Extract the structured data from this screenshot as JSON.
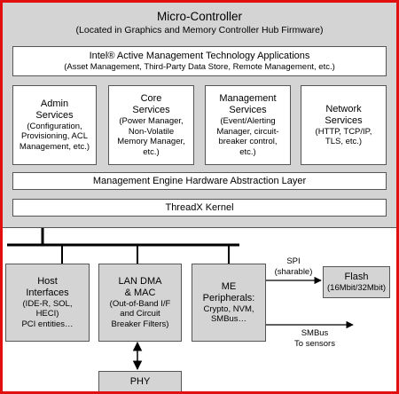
{
  "micro_controller": {
    "title": "Micro-Controller",
    "subtitle": "(Located in Graphics and Memory Controller Hub Firmware)"
  },
  "amt_apps": {
    "title": "Intel® Active Management Technology Applications",
    "subtitle": "(Asset Management, Third-Party Data Store, Remote Management, etc.)"
  },
  "services": [
    {
      "title": [
        "Admin",
        "Services"
      ],
      "detail": [
        "(Configuration,",
        "Provisioning, ACL",
        "Management, etc.)"
      ]
    },
    {
      "title": [
        "Core",
        "Services"
      ],
      "detail": [
        "(Power Manager,",
        "Non-Volatile",
        "Memory Manager,",
        "etc.)"
      ]
    },
    {
      "title": [
        "Management",
        "Services"
      ],
      "detail": [
        "(Event/Alerting",
        "Manager, circuit-",
        "breaker control,",
        "etc.)"
      ]
    },
    {
      "title": [
        "Network",
        "Services"
      ],
      "detail": [
        "(HTTP, TCP/IP,",
        "TLS, etc.)"
      ]
    }
  ],
  "hal": "Management Engine Hardware Abstraction Layer",
  "kernel": "ThreadX Kernel",
  "host_interfaces": {
    "title": [
      "Host",
      "Interfaces"
    ],
    "detail": [
      "(IDE-R, SOL,",
      "HECI)",
      "PCI entities…"
    ]
  },
  "lan_dma": {
    "title": [
      "LAN DMA",
      "& MAC"
    ],
    "detail": [
      "(Out-of-Band I/F",
      "and Circuit",
      "Breaker Filters)"
    ]
  },
  "me_peripherals": {
    "title": [
      "ME",
      "Peripherals:"
    ],
    "detail": [
      "Crypto, NVM,",
      "SMBus…"
    ]
  },
  "spi": {
    "label": "SPI",
    "sub": "(sharable)"
  },
  "flash": {
    "title": "Flash",
    "detail": "(16Mbit/32Mbit)"
  },
  "smbus": {
    "label": "SMBus",
    "sub": "To sensors"
  },
  "phy": "PHY"
}
